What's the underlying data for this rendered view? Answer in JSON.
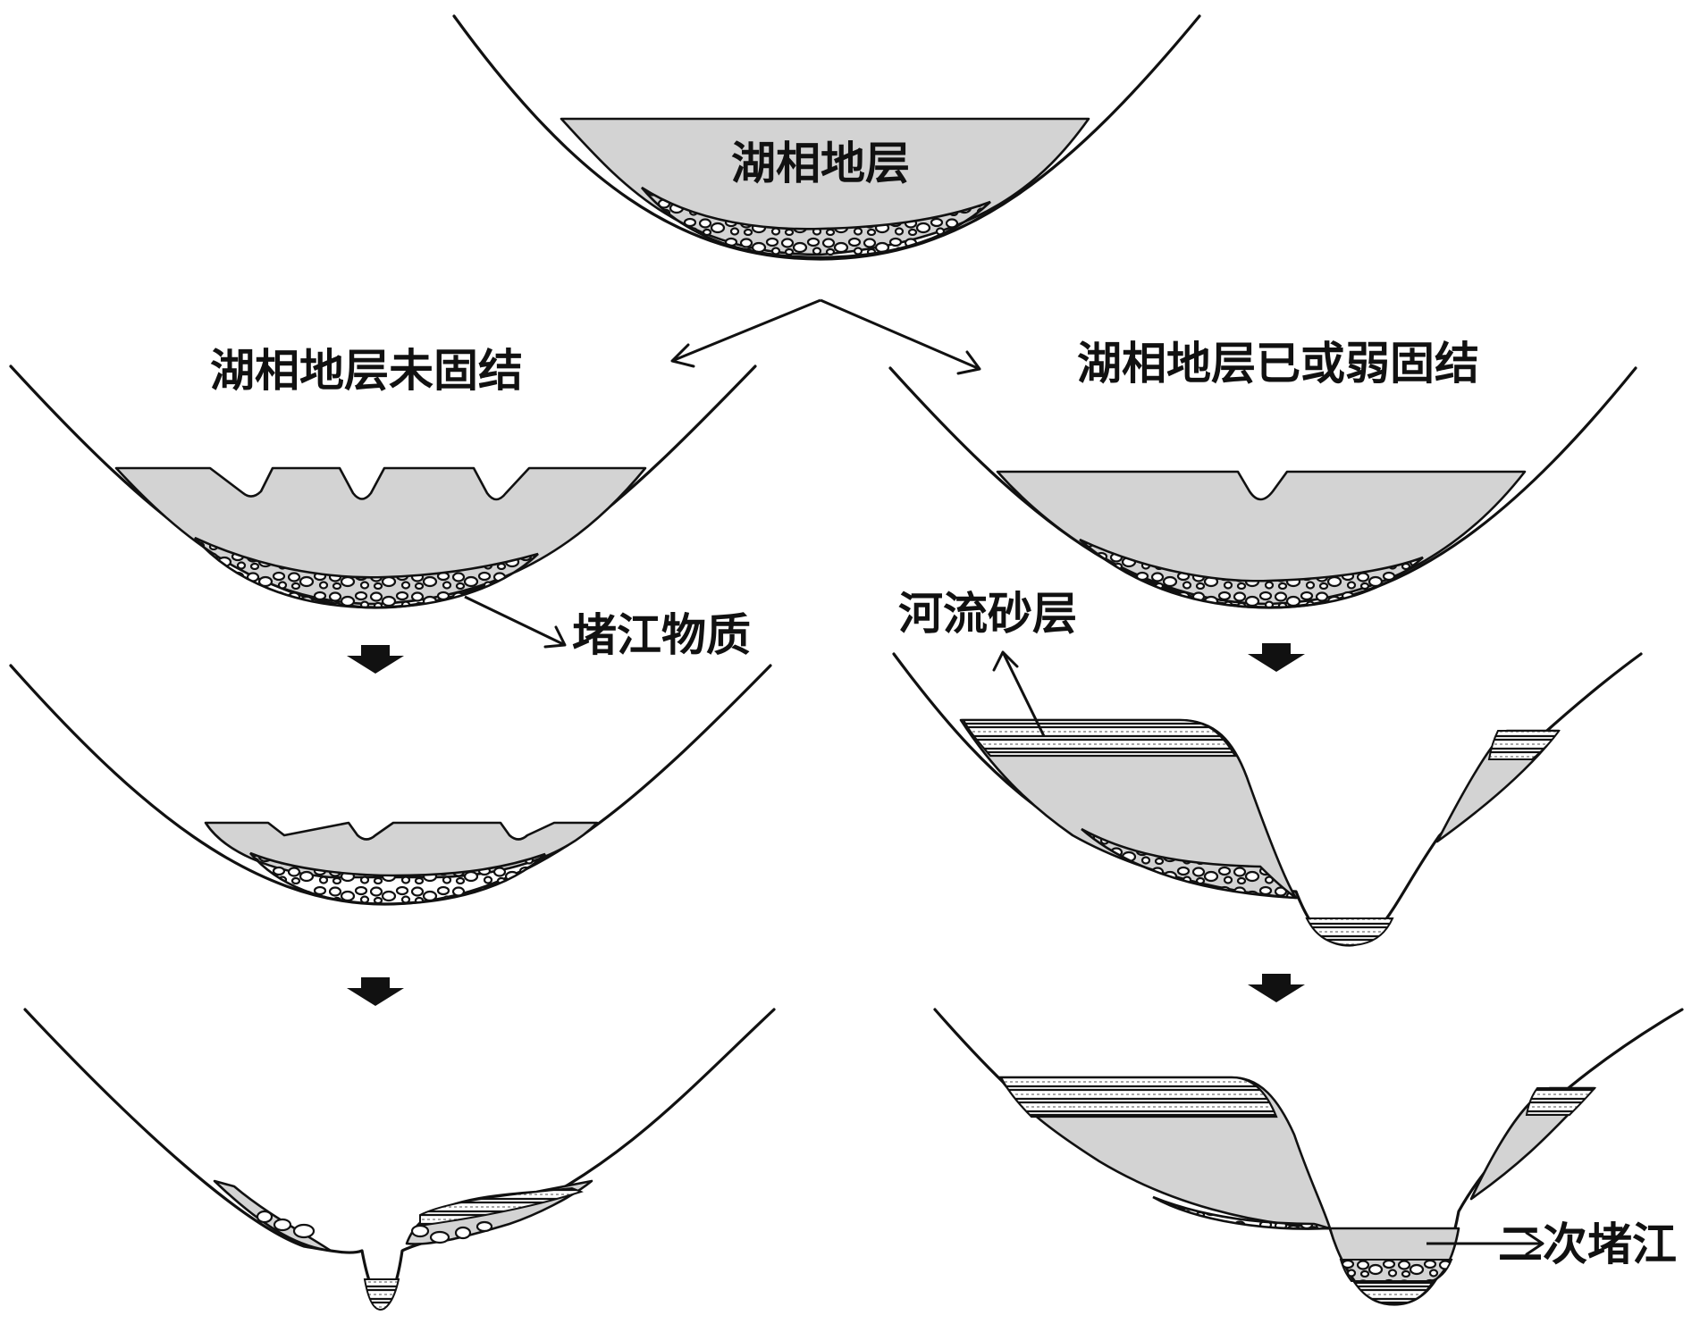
{
  "labels": {
    "lake_strata": "湖相地层",
    "unconsolidated": "湖相地层未固结",
    "consolidated": "湖相地层已或弱固结",
    "dam_material": "堵江物质",
    "river_sand": "河流砂层",
    "secondary_dam": "二次堵江"
  },
  "colors": {
    "lake_fill": "#d3d3d3",
    "line": "#111111",
    "background": "#ffffff"
  }
}
